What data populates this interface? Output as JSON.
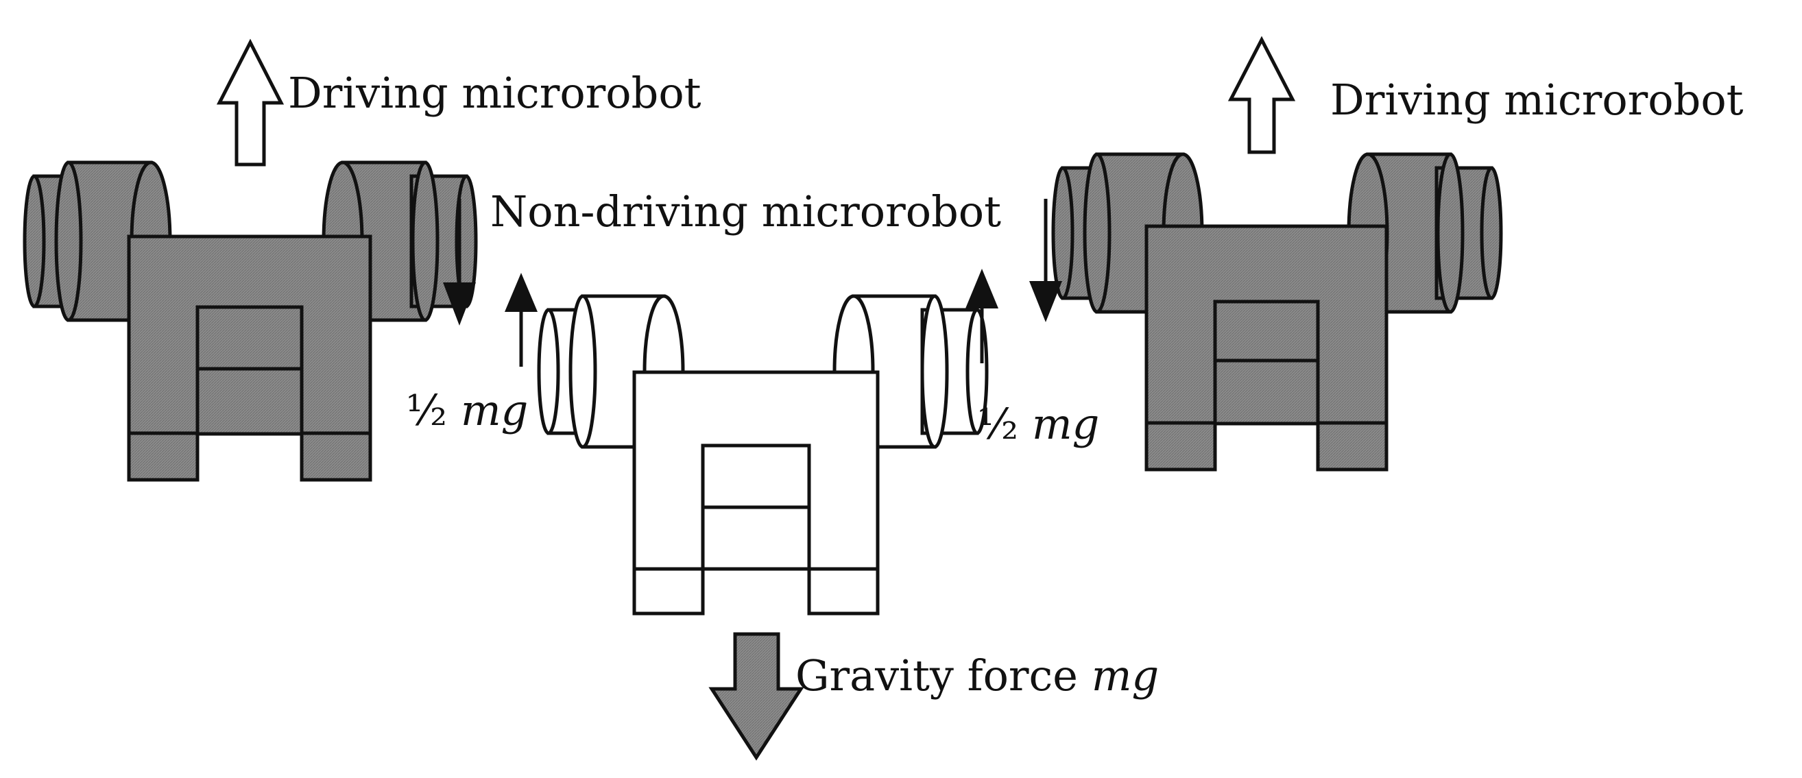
{
  "labels": {
    "driving_left": "Driving microrobot",
    "driving_right": "Driving microrobot",
    "non_driving": "Non-driving microrobot",
    "half_mg_left_frac": "½",
    "half_mg_left_sym": "mg",
    "half_mg_right_frac": "½",
    "half_mg_right_sym": "mg",
    "gravity_text": "Gravity force",
    "gravity_sym": "mg"
  },
  "colors": {
    "driving_robot_fill": "#8c8c8c",
    "non_driving_robot_fill": "#ffffff",
    "gravity_arrow_fill": "#8c8c8c",
    "outline": "#111111"
  },
  "icons": {
    "driving_force_arrow": "hollow-up-arrow",
    "gravity_arrow": "grey-down-arrow",
    "reaction_force_arrow": "black-up-arrow",
    "load_arrow": "black-down-arrow"
  }
}
